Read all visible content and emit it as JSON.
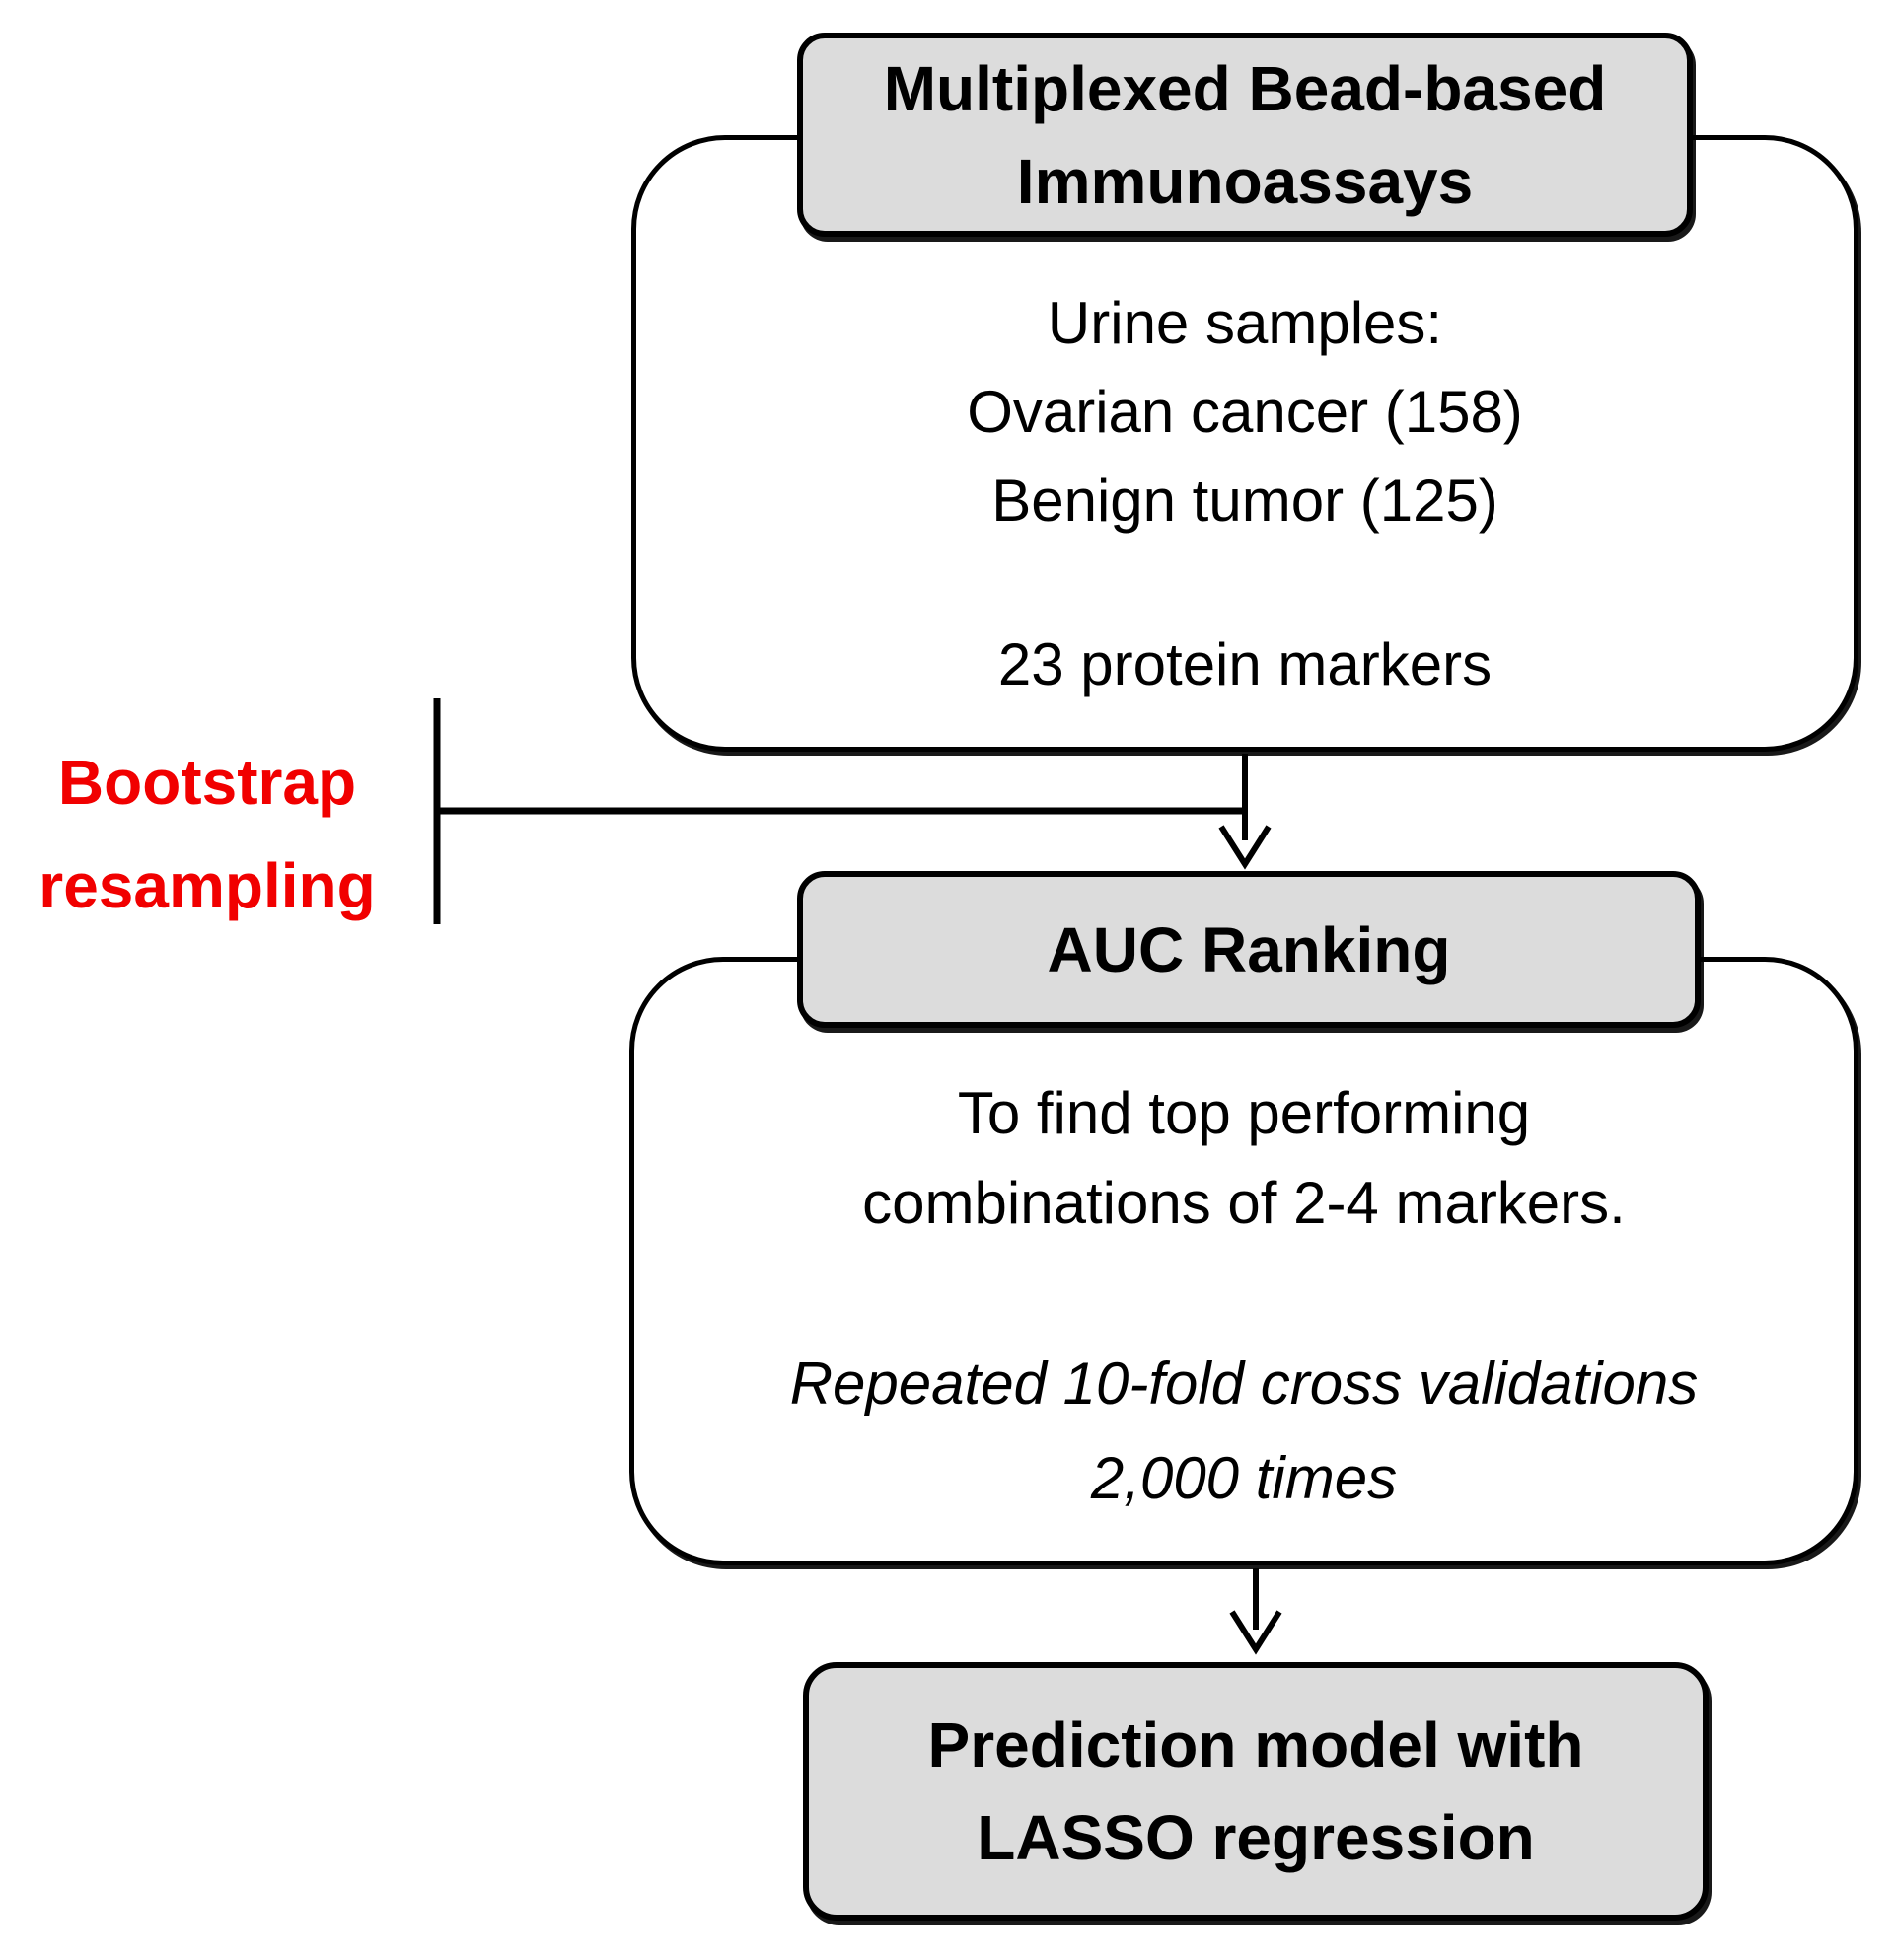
{
  "colors": {
    "accent_red": "#f10000",
    "box_fill": "#dcdcdc",
    "outline": "#000000"
  },
  "step1": {
    "header_line1": "Multiplexed Bead-based",
    "header_line2": "Immunoassays",
    "body_line1": "Urine samples:",
    "body_line2": "Ovarian cancer (158)",
    "body_line3": "Benign tumor (125)",
    "body_line4": "23 protein markers"
  },
  "bootstrap_label": {
    "line1": "Bootstrap",
    "line2": "resampling"
  },
  "step2": {
    "header": "AUC Ranking",
    "body_line1": "To find top performing",
    "body_line2": "combinations of 2-4 markers.",
    "body_italic1": "Repeated 10-fold cross validations",
    "body_italic2": "2,000 times"
  },
  "step3": {
    "line1": "Prediction model with",
    "line2": "LASSO regression"
  }
}
